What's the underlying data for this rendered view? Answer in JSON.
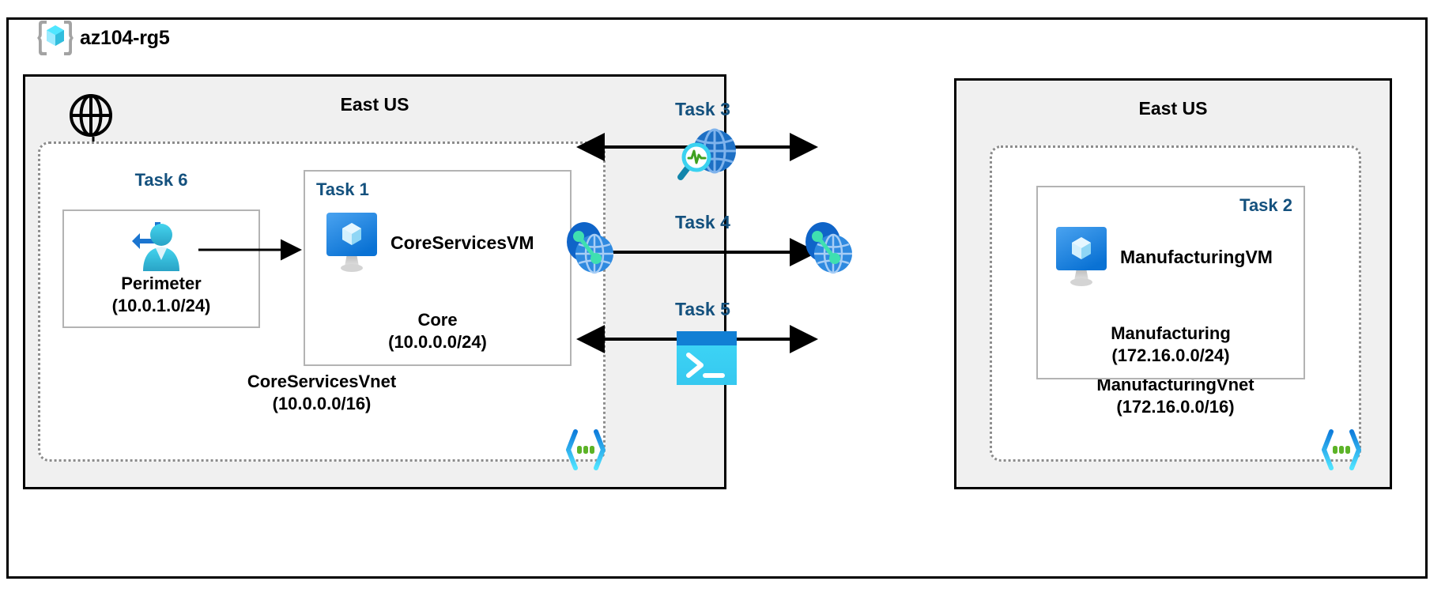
{
  "diagram": {
    "resource_group": {
      "name": "az104-rg5",
      "icon": "azure-resource-group-icon"
    },
    "regions": [
      {
        "id": "left",
        "title": "East US"
      },
      {
        "id": "right",
        "title": "East US"
      }
    ],
    "internet": {
      "icon": "internet-globe-icon"
    },
    "left_region": {
      "vnet": {
        "name": "CoreServicesVnet",
        "cidr": "(10.0.0.0/16)",
        "icon": "vnet-subnet-icon"
      },
      "subnets": [
        {
          "task": "Task 6",
          "name": "Perimeter",
          "cidr": "(10.0.1.0/24)",
          "icon": "user-signin-icon"
        },
        {
          "task": "Task 1",
          "name": "Core",
          "cidr": "(10.0.0.0/24)",
          "vm": "CoreServicesVM",
          "icon": "virtual-machine-icon"
        }
      ]
    },
    "right_region": {
      "vnet": {
        "name": "ManufacturingVnet",
        "cidr": "(172.16.0.0/16)",
        "icon": "vnet-subnet-icon"
      },
      "subnets": [
        {
          "task": "Task 2",
          "name": "Manufacturing",
          "cidr": "(172.16.0.0/24)",
          "vm": "ManufacturingVM",
          "icon": "virtual-machine-icon"
        }
      ]
    },
    "connections": [
      {
        "task": "Task 3",
        "icon": "network-watcher-icon",
        "direction": "bidirectional"
      },
      {
        "task": "Task 4",
        "icon": "vnet-peering-icon",
        "direction": "bidirectional"
      },
      {
        "task": "Task 5",
        "icon": "cloud-shell-terminal-icon",
        "direction": "bidirectional"
      }
    ],
    "peering_endpoints": [
      {
        "icon": "vnet-peering-icon",
        "side": "left"
      },
      {
        "icon": "vnet-peering-icon",
        "side": "right"
      }
    ],
    "colors": {
      "task_label": "#14517e",
      "region_fill": "#f0f0f0",
      "border": "#000000",
      "vnet_border": "#8c8c8c",
      "subnet_border": "#b3b3b3",
      "azure_blue": "#0078d4",
      "azure_cyan": "#32bedd",
      "accent_green": "#5cb327"
    }
  }
}
